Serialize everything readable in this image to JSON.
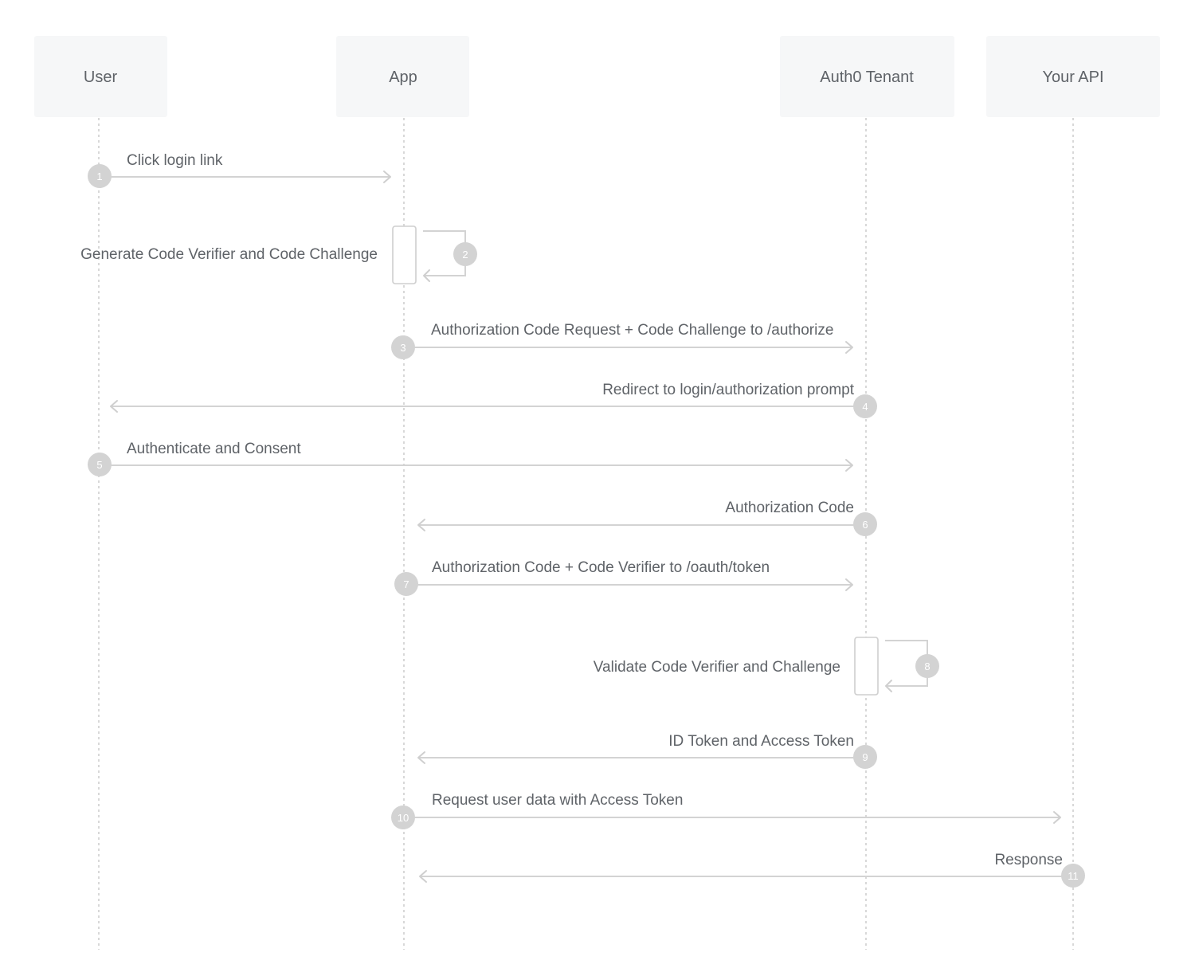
{
  "diagram": {
    "participants": [
      {
        "id": "user",
        "name": "User"
      },
      {
        "id": "app",
        "name": "App"
      },
      {
        "id": "auth0",
        "name": "Auth0 Tenant"
      },
      {
        "id": "api",
        "name": "Your API"
      }
    ],
    "steps": [
      {
        "number": "1",
        "from": "user",
        "to": "app",
        "label": "Click login link"
      },
      {
        "number": "2",
        "from": "app",
        "to": "app",
        "label": "Generate Code Verifier and Code Challenge"
      },
      {
        "number": "3",
        "from": "app",
        "to": "auth0",
        "label": "Authorization Code Request + Code Challenge to /authorize"
      },
      {
        "number": "4",
        "from": "auth0",
        "to": "user",
        "label": "Redirect to login/authorization prompt"
      },
      {
        "number": "5",
        "from": "user",
        "to": "auth0",
        "label": "Authenticate and Consent"
      },
      {
        "number": "6",
        "from": "auth0",
        "to": "app",
        "label": "Authorization Code"
      },
      {
        "number": "7",
        "from": "app",
        "to": "auth0",
        "label": "Authorization Code + Code Verifier to /oauth/token"
      },
      {
        "number": "8",
        "from": "auth0",
        "to": "auth0",
        "label": "Validate Code Verifier and Challenge"
      },
      {
        "number": "9",
        "from": "auth0",
        "to": "app",
        "label": "ID Token and Access Token"
      },
      {
        "number": "10",
        "from": "app",
        "to": "api",
        "label": "Request user data with Access Token"
      },
      {
        "number": "11",
        "from": "api",
        "to": "app",
        "label": "Response"
      }
    ]
  }
}
